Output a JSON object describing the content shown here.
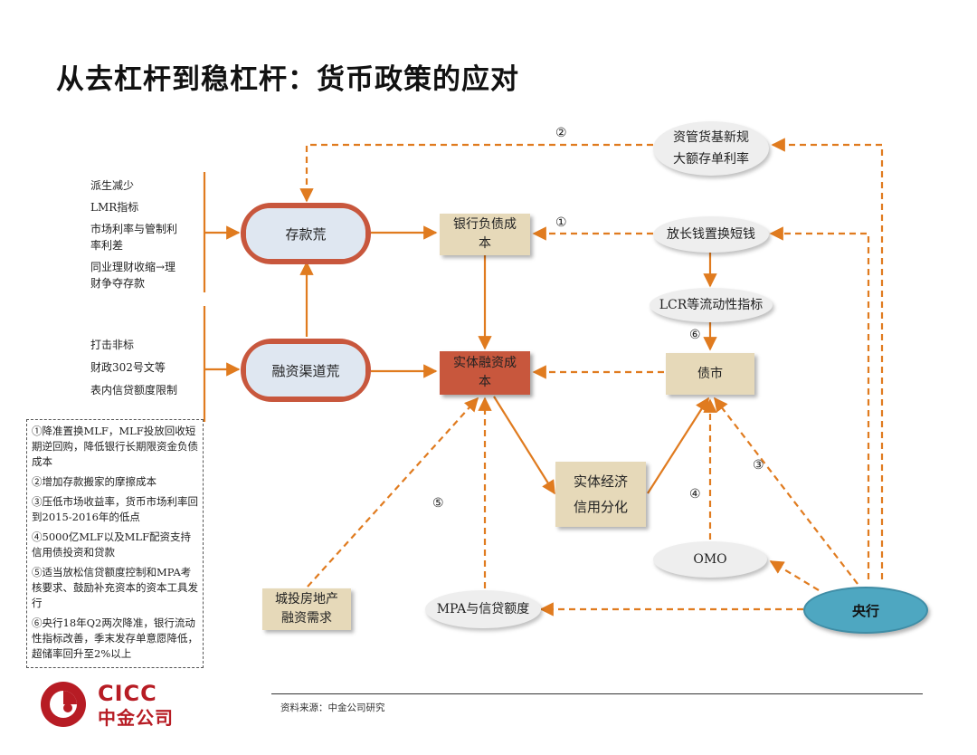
{
  "title": "从去杠杆到稳杠杆：货币政策的应对",
  "nodes": {
    "deposit_shortage": "存款荒",
    "financing_shortage": "融资渠道荒",
    "bank_liability_cost_l1": "银行负债成",
    "bank_liability_cost_l2": "本",
    "real_financing_cost_l1": "实体融资成",
    "real_financing_cost_l2": "本",
    "asset_mgmt_l1": "资管货基新规",
    "asset_mgmt_l2": "大额存单利率",
    "long_for_short": "放长钱置换短钱",
    "lcr": "LCR等流动性指标",
    "bond_market": "债市",
    "credit_div_l1": "实体经济",
    "credit_div_l2": "信用分化",
    "omo": "OMO",
    "mpa": "MPA与信贷额度",
    "lgfv_l1": "城投房地产",
    "lgfv_l2": "融资需求",
    "central_bank": "央行"
  },
  "side_factors_top": [
    "派生减少",
    "LMR指标",
    "市场利率与管制利",
    "率利差",
    "同业理财收缩→理",
    "财争夺存款"
  ],
  "side_factors_bottom": [
    "打击非标",
    "财政302号文等",
    "表内信贷额度限制"
  ],
  "circles": {
    "c1": "①",
    "c2": "②",
    "c3": "③",
    "c4": "④",
    "c5": "⑤",
    "c6": "⑥"
  },
  "legend": [
    "①降准置换MLF，MLF投放回收短期逆回购，降低银行长期限资金负债成本",
    "②增加存款搬家的摩擦成本",
    "③压低市场收益率，货币市场利率回到2015-2016年的低点",
    "④5000亿MLF以及MLF配资支持信用债投资和贷款",
    "⑤适当放松信贷额度控制和MPA考核要求、鼓励补充资本的资本工具发行",
    "⑥央行18年Q2两次降准，银行流动性指标改善，季末发存单意愿降低，超储率回升至2%以上"
  ],
  "logo": {
    "en": "CICC",
    "cn": "中金公司"
  },
  "source": "资料来源：中金公司研究",
  "colors": {
    "orange": "#e07b1f",
    "red": "#c8573d",
    "tan": "#e6d9b9",
    "teal": "#4ea7c1",
    "pill_fill": "#dfe7f1"
  }
}
